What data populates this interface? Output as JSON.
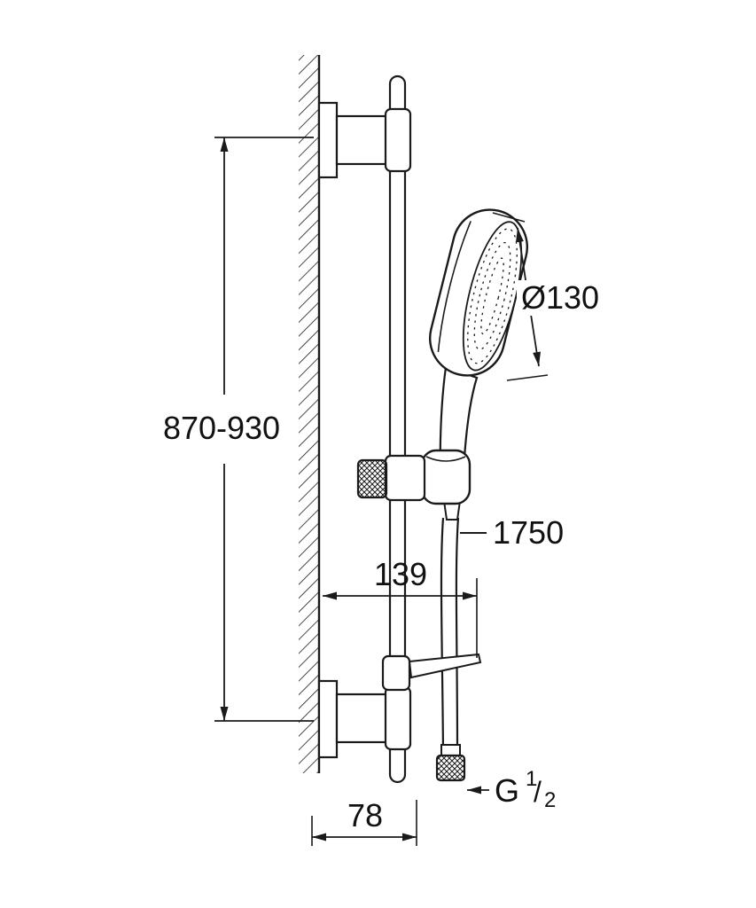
{
  "colors": {
    "line": "#1a1a1a",
    "background": "#ffffff"
  },
  "drawing": {
    "dimensions": {
      "rail_height": "870-930",
      "head_diameter": "Ø130",
      "hose_length": "1750",
      "holder_reach": "139",
      "wall_offset": "78",
      "thread_letter": "G",
      "thread_numerator": "1",
      "thread_slash": "/",
      "thread_denominator": "2"
    }
  }
}
